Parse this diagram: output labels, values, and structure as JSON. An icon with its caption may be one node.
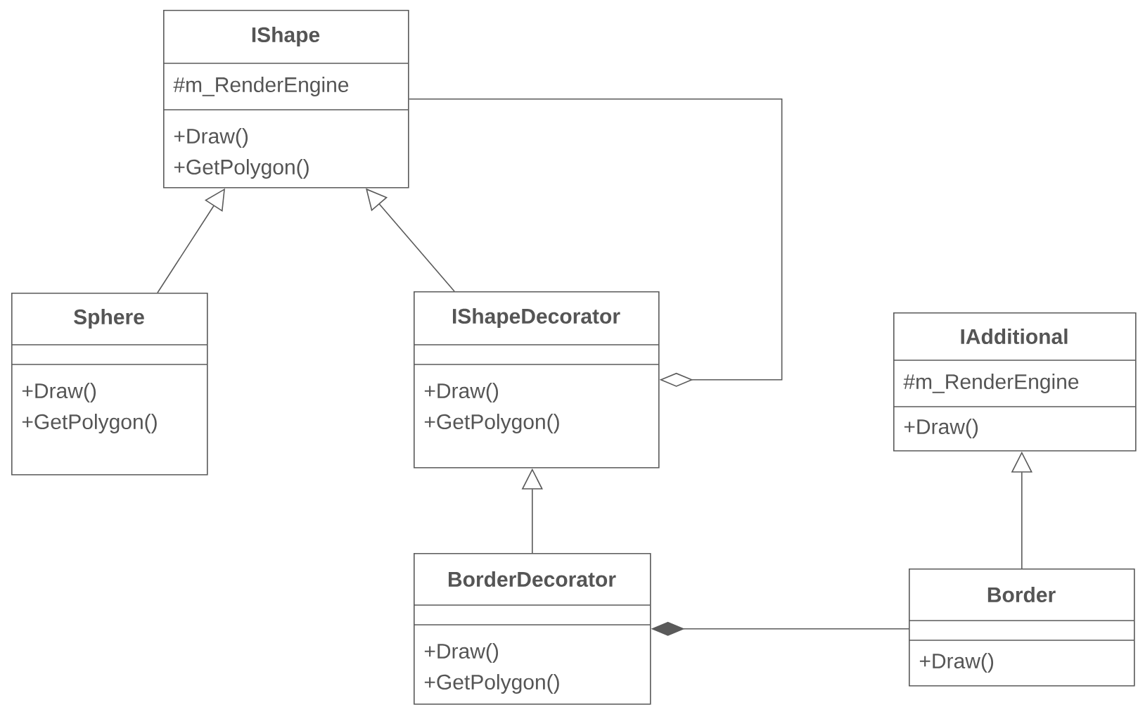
{
  "diagram": {
    "nodes": [
      {
        "text": [
          "IShape",
          "#m_RenderEngine",
          "+Draw()",
          "+GetPolygon()"
        ]
      },
      {
        "text": [
          "Sphere",
          "+Draw()",
          "+GetPolygon()"
        ]
      },
      {
        "text": [
          "IShapeDecorator",
          "+Draw()",
          "+GetPolygon()"
        ]
      },
      {
        "text": [
          "IAdditional",
          "#m_RenderEngine",
          "+Draw()"
        ]
      },
      {
        "text": [
          "BorderDecorator",
          "+Draw()",
          "+GetPolygon()"
        ]
      },
      {
        "text": [
          "Border",
          "+Draw()"
        ]
      }
    ],
    "edges": [
      {
        "from": 1,
        "to": 0,
        "arrow": "to"
      },
      {
        "from": 2,
        "to": 0,
        "arrow": "to"
      },
      {
        "from": 2,
        "to": 0,
        "arrow": "other"
      },
      {
        "from": 4,
        "to": 2,
        "arrow": "to"
      },
      {
        "from": 5,
        "to": 3,
        "arrow": "to"
      },
      {
        "from": 4,
        "to": 5,
        "arrow": "other"
      }
    ]
  }
}
